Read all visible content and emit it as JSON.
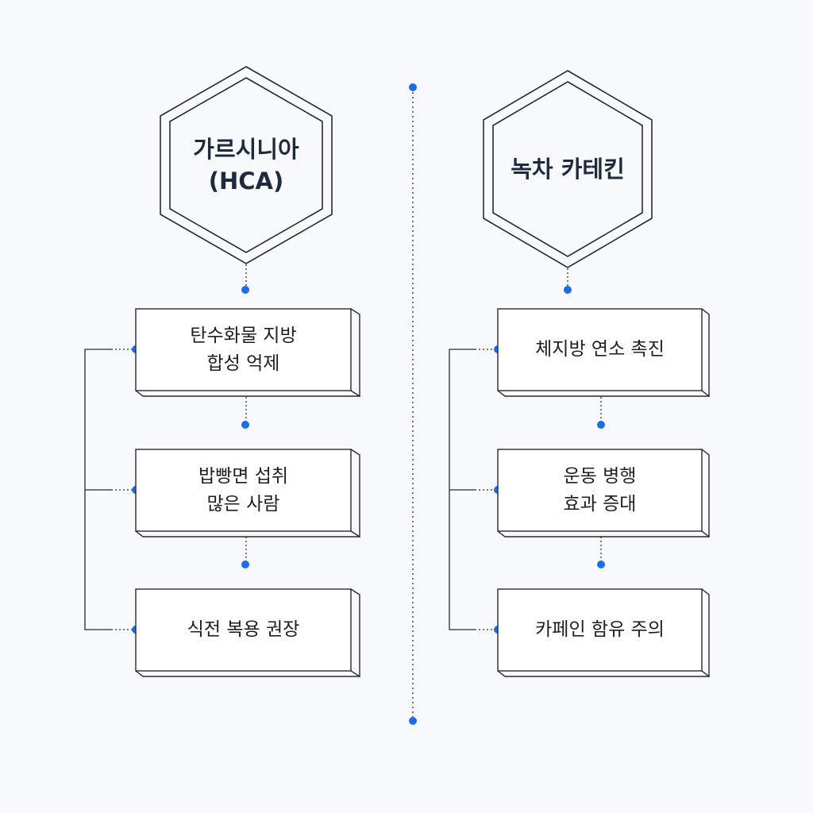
{
  "colors": {
    "accent": "#1a6ee8",
    "stroke": "#2a2a2e",
    "background": "#f8f9fc"
  },
  "left": {
    "title": "가르시니아\n(HCA)",
    "items": [
      "탄수화물 지방\n합성 억제",
      "밥빵면 섭취\n많은 사람",
      "식전 복용 권장"
    ]
  },
  "right": {
    "title": "녹차 카테킨",
    "items": [
      "체지방 연소 촉진",
      "운동 병행\n효과 증대",
      "카페인 함유 주의"
    ]
  }
}
